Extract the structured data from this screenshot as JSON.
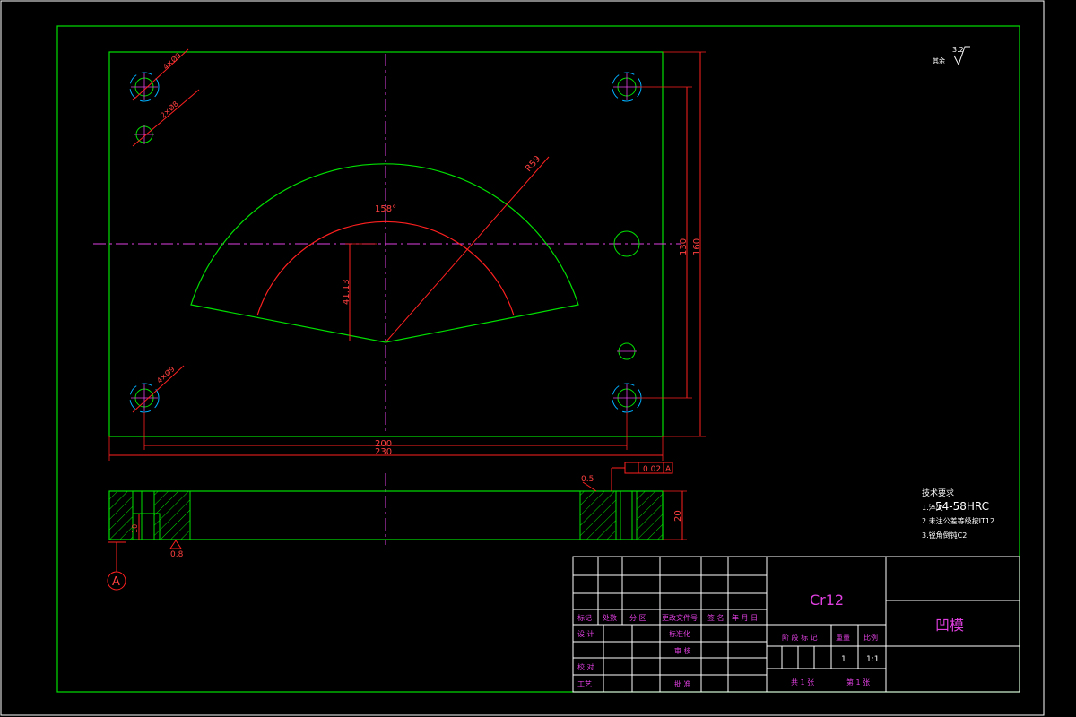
{
  "dimensions": {
    "width_200": "200",
    "width_230": "230",
    "height_130": "130",
    "height_160": "160",
    "height_41": "41.13",
    "angle_label": "158°",
    "radius_label": "R59",
    "hole1": "4×Ø9",
    "hole2": "2×Ø8",
    "hole3": "4×Ø9",
    "thickness_20": "20",
    "step_10": "10",
    "chamfer": "0.5",
    "roughness_bottom": "0.8",
    "roughness_top": "3.2",
    "roughness_prefix": "其余",
    "flatness_value": "0.02",
    "flatness_datum": "A",
    "datum_label": "A"
  },
  "notes": {
    "title": "技术要求",
    "line1_prefix": "1.淬火",
    "line1_value": "54-58HRC",
    "line2": "2.未注公差等级按IT12.",
    "line3": "3.锐角倒钝C2"
  },
  "title_block": {
    "material": "Cr12",
    "part_name": "凹模",
    "labels": {
      "mark": "标记",
      "count": "处数",
      "zone": "分 区",
      "doc_no": "更改文件号",
      "sign": "签 名",
      "date": "年 月 日",
      "design": "设 计",
      "std": "标准化",
      "review": "审 核",
      "craft": "工艺",
      "approve": "批 准",
      "check": "校 对",
      "stage_mark": "阶 段 标 记",
      "weight": "重量",
      "scale": "比例",
      "weight_val": "1",
      "scale_val": "1:1",
      "total_sheets": "共 1 张",
      "sheet_no": "第 1 张"
    }
  }
}
